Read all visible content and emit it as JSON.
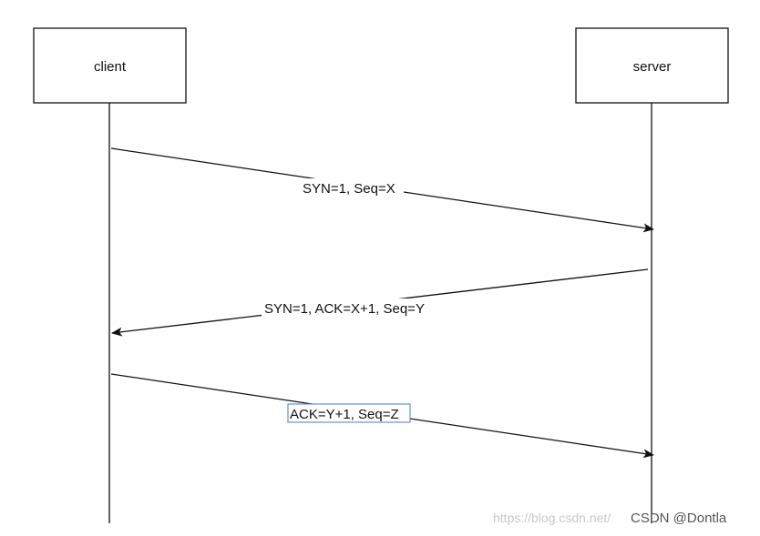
{
  "actors": {
    "client": {
      "label": "client"
    },
    "server": {
      "label": "server"
    }
  },
  "messages": [
    {
      "label": "SYN=1, Seq=X",
      "from": "client",
      "to": "server"
    },
    {
      "label": "SYN=1, ACK=X+1, Seq=Y",
      "from": "server",
      "to": "client"
    },
    {
      "label": "ACK=Y+1, Seq=Z",
      "from": "client",
      "to": "server",
      "selected": true
    }
  ],
  "colors": {
    "line": "#111111",
    "selection": "#6a8fd8"
  },
  "watermark": {
    "url": "https://blog.csdn.net/",
    "author": "CSDN @Dontla"
  }
}
